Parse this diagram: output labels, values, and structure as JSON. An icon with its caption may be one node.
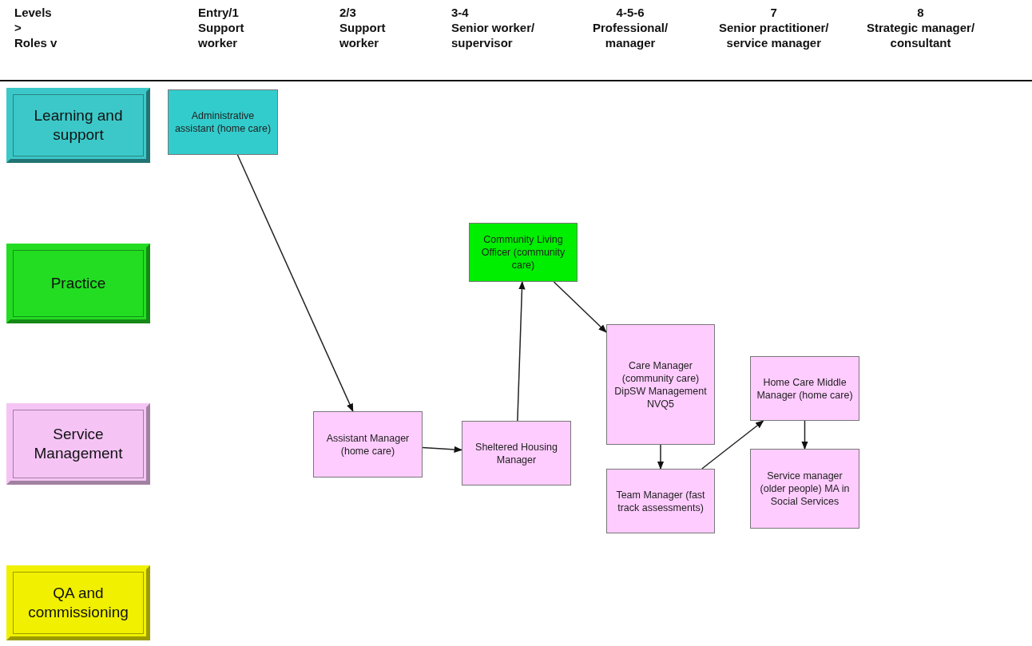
{
  "diagram": {
    "nodes": [
      {
        "text": [
          "Learning and support"
        ]
      },
      {
        "text": [
          "Practice"
        ]
      },
      {
        "text": [
          "Service Management"
        ]
      },
      {
        "text": [
          "QA and commissioning"
        ]
      },
      {
        "text": [
          "Administrative assistant (home care)"
        ]
      },
      {
        "text": [
          "Community Living Officer (community care)"
        ]
      },
      {
        "text": [
          "Assistant Manager (home care)"
        ]
      },
      {
        "text": [
          "Sheltered Housing Manager"
        ]
      },
      {
        "text": [
          "Care Manager (community care) DipSW Management NVQ5"
        ]
      },
      {
        "text": [
          "Team Manager (fast track assessments)"
        ]
      },
      {
        "text": [
          "Home Care Middle Manager (home care)"
        ]
      },
      {
        "text": [
          "Service manager (older people) MA in Social Services"
        ]
      }
    ],
    "edges": [
      {
        "from": 4,
        "to": 6,
        "arrow": "to"
      },
      {
        "from": 6,
        "to": 7,
        "arrow": "to"
      },
      {
        "from": 7,
        "to": 5,
        "arrow": "to"
      },
      {
        "from": 5,
        "to": 8,
        "arrow": "to"
      },
      {
        "from": 8,
        "to": 9,
        "arrow": "to"
      },
      {
        "from": 9,
        "to": 10,
        "arrow": "to"
      },
      {
        "from": 10,
        "to": 11,
        "arrow": "to"
      }
    ],
    "labels": [
      "Levels > Roles v",
      "Entry/1 Support worker",
      "2/3 Support worker",
      "3-4 Senior worker/ supervisor",
      "4-5-6 Professional/ manager",
      "7 Senior practitioner/ service manager",
      "8 Strategic manager/ consultant"
    ]
  }
}
